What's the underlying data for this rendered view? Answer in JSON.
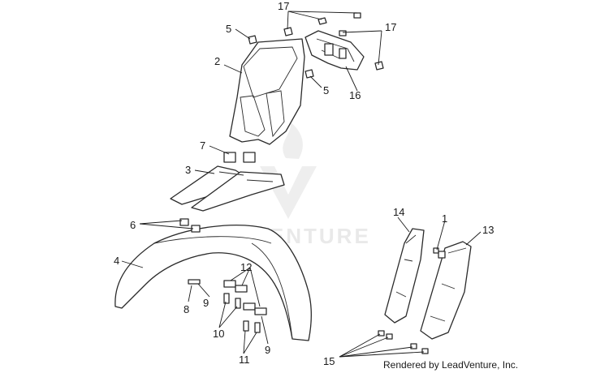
{
  "callouts": {
    "c1": "1",
    "c2": "2",
    "c3": "3",
    "c4": "4",
    "c5a": "5",
    "c5b": "5",
    "c6": "6",
    "c7": "7",
    "c8": "8",
    "c9a": "9",
    "c9b": "9",
    "c10": "10",
    "c11": "11",
    "c12": "12",
    "c13": "13",
    "c14": "14",
    "c15": "15",
    "c16": "16",
    "c17a": "17",
    "c17b": "17"
  },
  "watermark": "ADVENTURE",
  "credit": "Rendered by LeadVenture, Inc.",
  "colors": {
    "line": "#2b2b2b",
    "watermark": "#dcdcdc"
  }
}
